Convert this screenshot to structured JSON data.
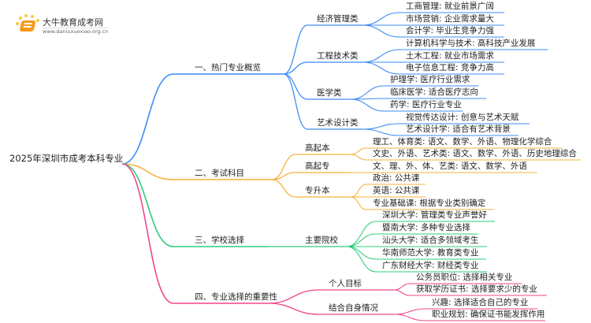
{
  "logo": {
    "title": "大牛教育成考网",
    "url": "www.daniuxuexiao.org.cn"
  },
  "colors": {
    "blue": "#3b8cf5",
    "orange": "#f5b03b",
    "green": "#2ecc7a",
    "pink": "#f0468c"
  },
  "root": "2025年深圳市成考本科专业",
  "branches": [
    {
      "label": "一、热门专业概览",
      "children": [
        {
          "label": "经济管理类",
          "children": [
            "工商管理: 就业前景广阔",
            "市场营销: 企业需求量大",
            "会计学: 毕业生竞争力强"
          ]
        },
        {
          "label": "工程技术类",
          "children": [
            "计算机科学与技术: 高科技产业发展",
            "土木工程: 就业市场需求",
            "电子信息工程: 竞争力高"
          ]
        },
        {
          "label": "医学类",
          "children": [
            "护理学: 医疗行业需求",
            "临床医学: 适合医疗志向",
            "药学: 医疗行业专业"
          ]
        },
        {
          "label": "艺术设计类",
          "children": [
            "视觉传达设计: 创意与艺术天赋",
            "艺术设计学: 适合有艺术背景"
          ]
        }
      ]
    },
    {
      "label": "二、考试科目",
      "children": [
        {
          "label": "高起本",
          "children": [
            "理工、体育类: 语文、数学、外语、物理化学综合",
            "文史、外语、艺术类: 语文、数学、外语、历史地理综合"
          ]
        },
        {
          "label": "高起专",
          "children": [
            "文、理、外、体、艺类: 语文、数学、外语"
          ]
        },
        {
          "label": "专升本",
          "children": [
            "政治: 公共课",
            "英语: 公共课",
            "专业基础课: 根据专业类别确定"
          ]
        }
      ]
    },
    {
      "label": "三、学校选择",
      "children": [
        {
          "label": "主要院校",
          "children": [
            "深圳大学: 管理类专业声誉好",
            "暨南大学: 多种专业选择",
            "汕头大学: 适合多领域考生",
            "华南师范大学: 教育类专业",
            "广东财经大学: 财经类专业"
          ]
        }
      ]
    },
    {
      "label": "四、专业选择的重要性",
      "children": [
        {
          "label": "个人目标",
          "children": [
            "公务员职位: 选择相关专业",
            "获取学历证书: 选择要求少的专业"
          ]
        },
        {
          "label": "结合自身情况",
          "children": [
            "兴趣: 选择适合自己的专业",
            "职业规划: 确保证书能发挥作用"
          ]
        }
      ]
    }
  ]
}
